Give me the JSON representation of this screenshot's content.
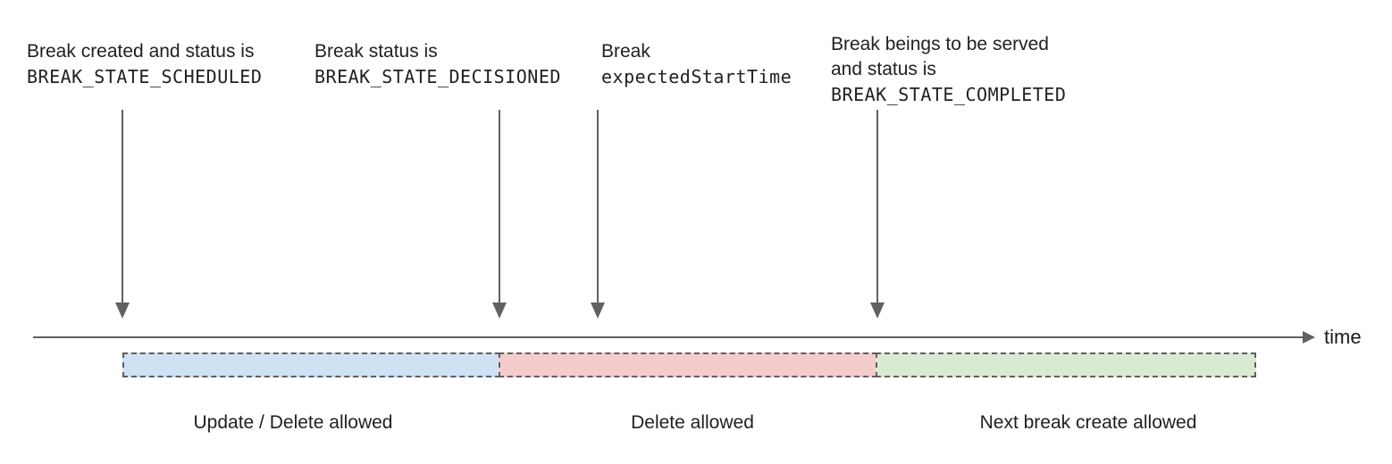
{
  "colors": {
    "arrow_gray": "#616161",
    "segment_border": "#5f5f5f",
    "text": "#212121",
    "blue_fill": "#cfe2f3",
    "red_fill": "#f4cccc",
    "green_fill": "#d9ead3"
  },
  "annotations": [
    {
      "lines": [
        {
          "text": "Break created and status is",
          "style": "plain"
        },
        {
          "text": "BREAK_STATE_SCHEDULED",
          "style": "code"
        }
      ]
    },
    {
      "lines": [
        {
          "text": "Break status is",
          "style": "plain"
        },
        {
          "text": "BREAK_STATE_DECISIONED",
          "style": "code"
        }
      ]
    },
    {
      "lines": [
        {
          "text": "Break",
          "style": "plain"
        },
        {
          "text": "expectedStartTime",
          "style": "code"
        }
      ]
    },
    {
      "lines": [
        {
          "text": "Break beings to be served",
          "style": "plain"
        },
        {
          "text": "and status is",
          "style": "plain"
        },
        {
          "text": "BREAK_STATE_COMPLETED",
          "style": "code"
        }
      ]
    }
  ],
  "timeline": {
    "axis_label": "time"
  },
  "segments": [
    {
      "label": "Update / Delete allowed",
      "fill": "#cfe2f3"
    },
    {
      "label": "Delete allowed",
      "fill": "#f4cccc"
    },
    {
      "label": "Next break create allowed",
      "fill": "#d9ead3"
    }
  ]
}
